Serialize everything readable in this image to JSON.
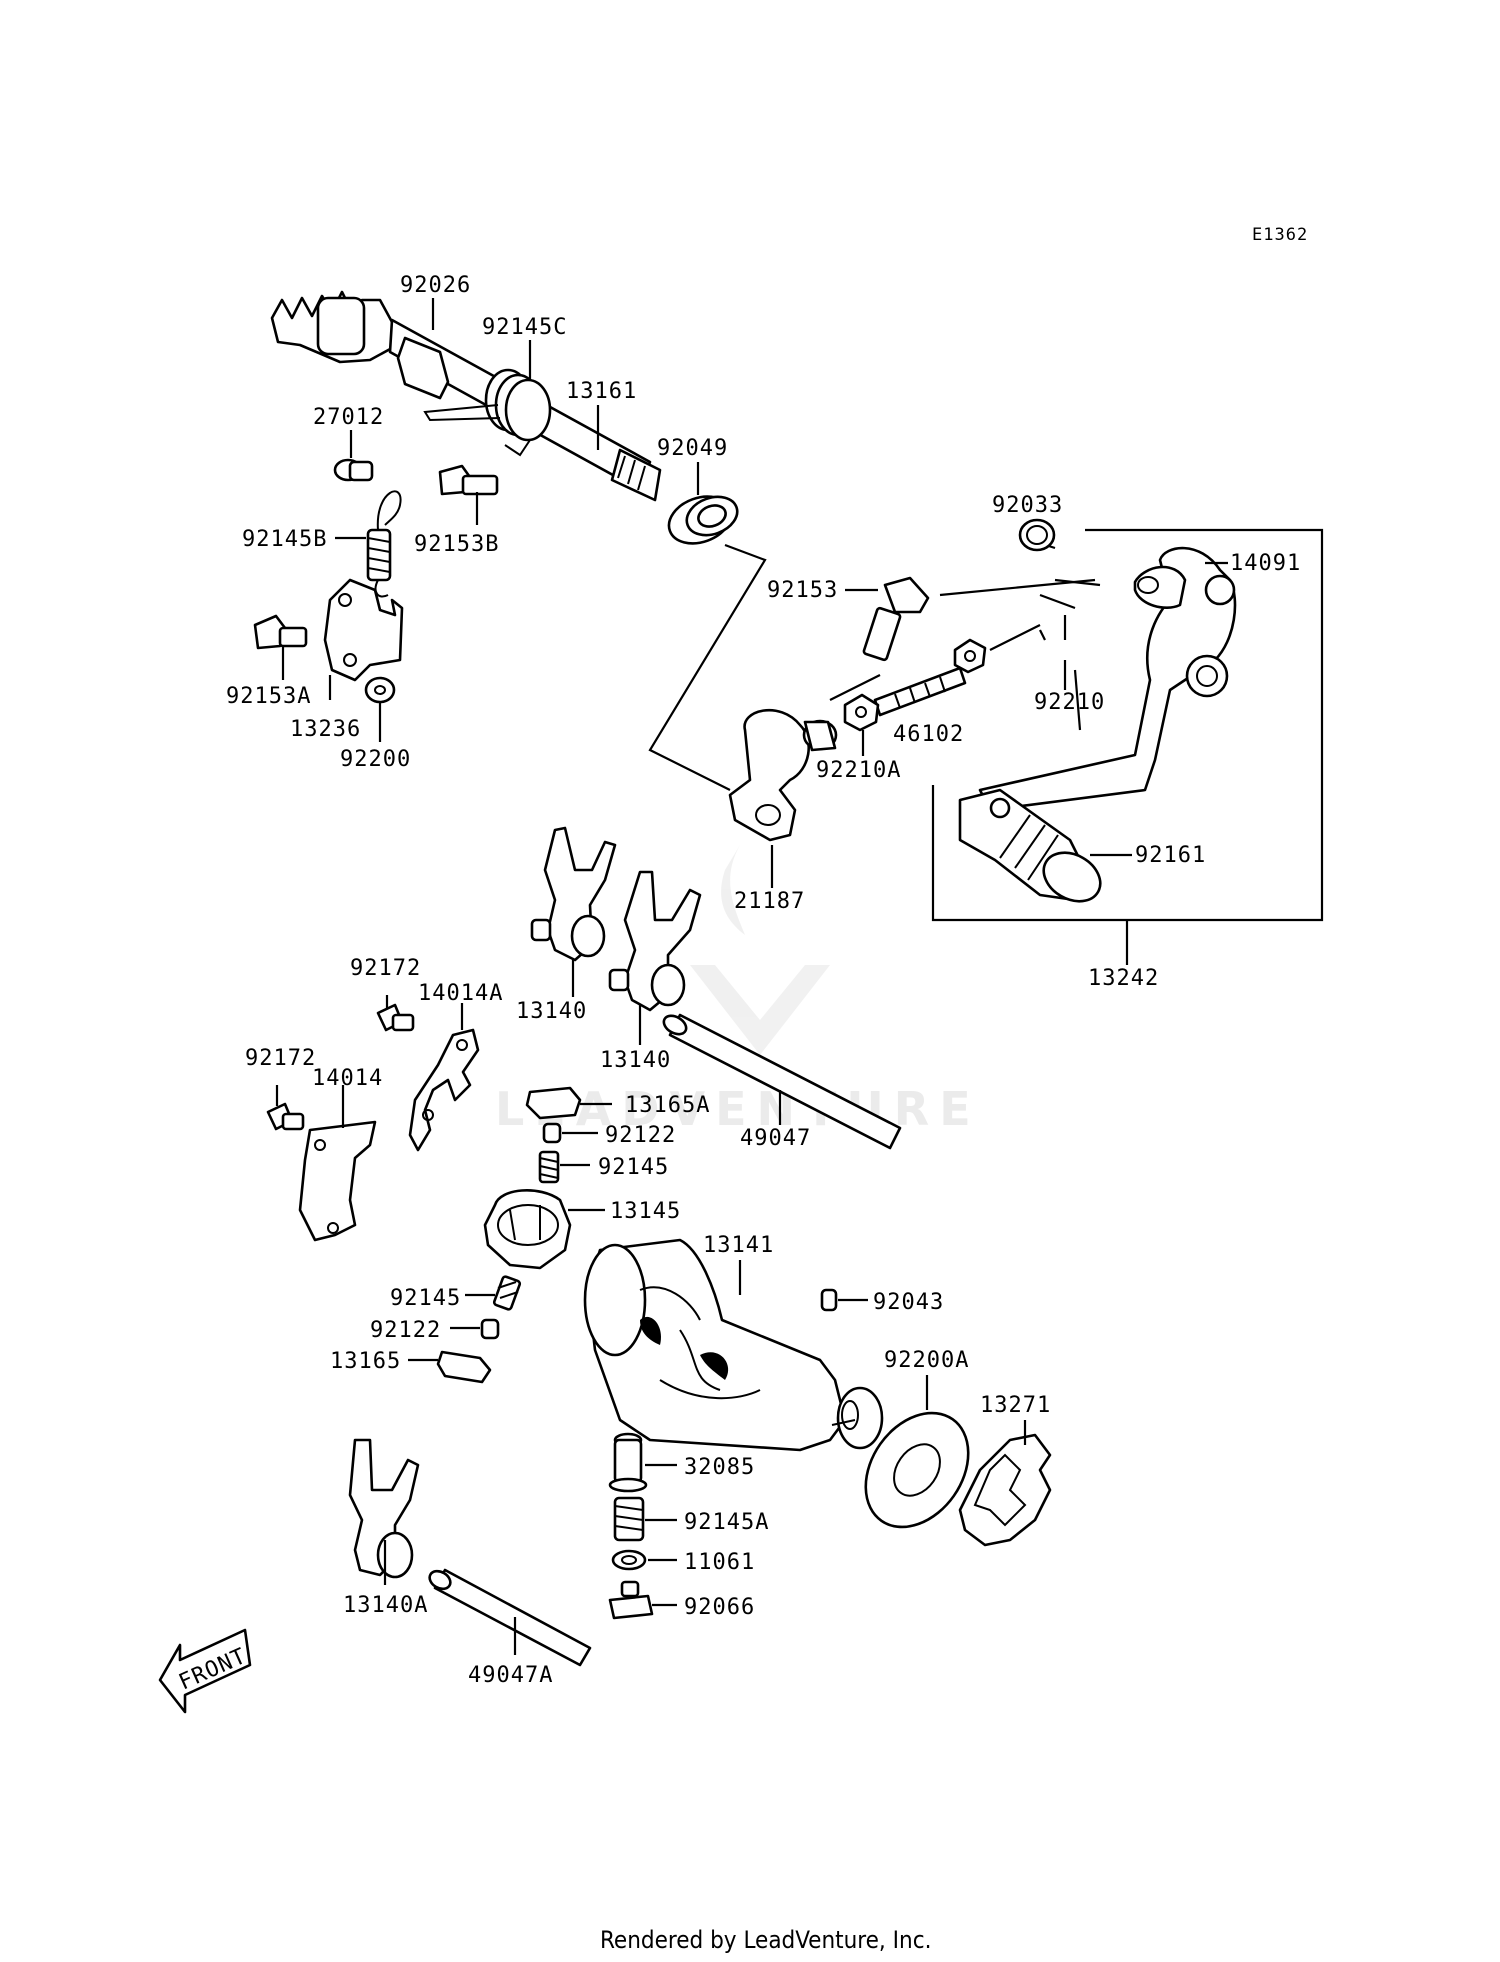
{
  "diagram_code": "E1362",
  "footer": "Rendered by LeadVenture, Inc.",
  "watermark": "LEADVENTURE",
  "front_label": "FRONT",
  "part_labels": {
    "p92026": "92026",
    "p92145C": "92145C",
    "p13161": "13161",
    "p27012": "27012",
    "p92049": "92049",
    "p92145B": "92145B",
    "p92153B": "92153B",
    "p92033": "92033",
    "p14091": "14091",
    "p92153": "92153",
    "p92153A": "92153A",
    "p13236": "13236",
    "p92200": "92200",
    "p92210": "92210",
    "p46102": "46102",
    "p92210A": "92210A",
    "p92161": "92161",
    "p21187": "21187",
    "p13242": "13242",
    "p92172a": "92172",
    "p14014A": "14014A",
    "p13140a": "13140",
    "p13140b": "13140",
    "p92172b": "92172",
    "p14014": "14014",
    "p13165A": "13165A",
    "p92122a": "92122",
    "p49047": "49047",
    "p92145a": "92145",
    "p13145": "13145",
    "p13141": "13141",
    "p92145b": "92145",
    "p92043": "92043",
    "p92122b": "92122",
    "p13165": "13165",
    "p92200A": "92200A",
    "p13271": "13271",
    "p32085": "32085",
    "p92145A": "92145A",
    "p11061": "11061",
    "p13140A": "13140A",
    "p92066": "92066",
    "p49047A": "49047A"
  }
}
